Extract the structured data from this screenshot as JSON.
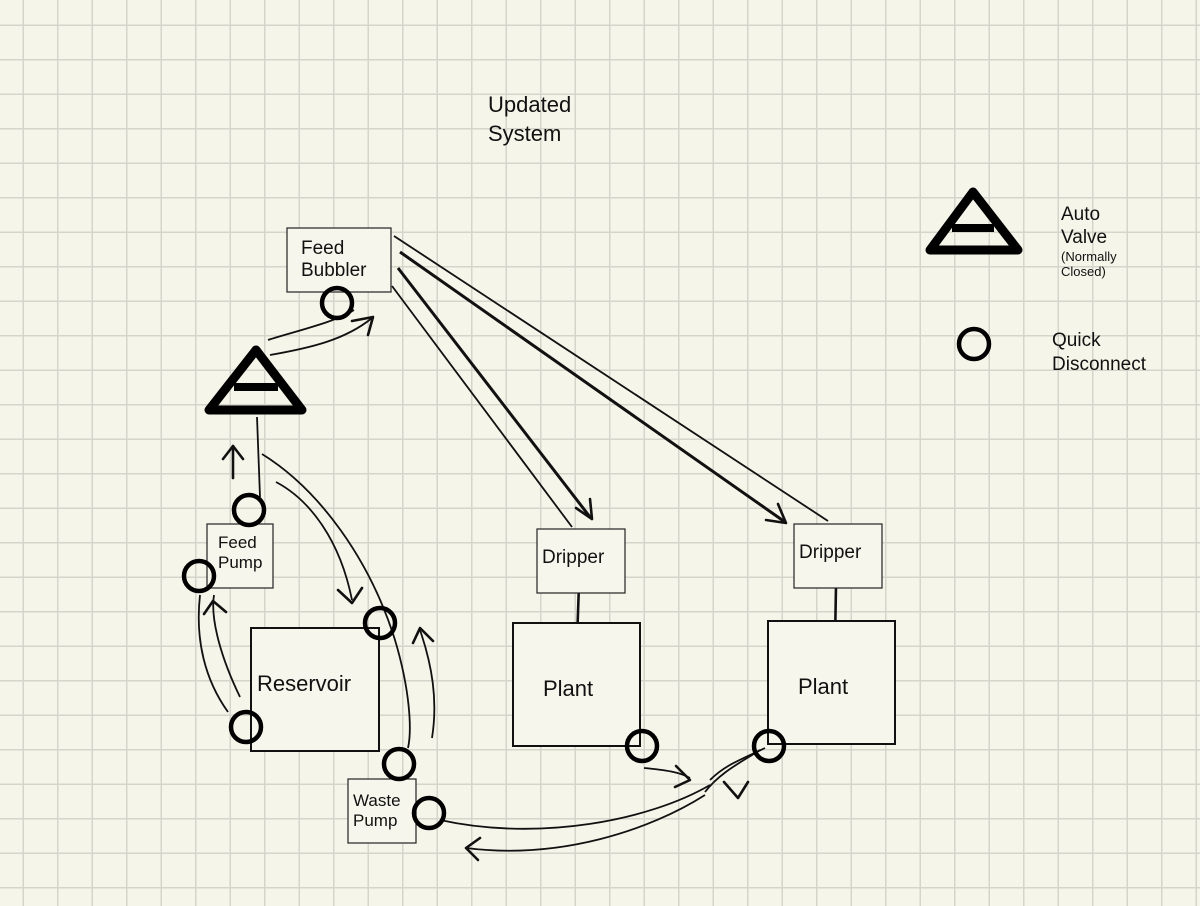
{
  "title_line1": "Updated",
  "title_line2": "System",
  "nodes": {
    "feed_bubbler": [
      "Feed",
      "Bubbler"
    ],
    "feed_pump": [
      "Feed",
      "Pump"
    ],
    "reservoir": "Reservoir",
    "waste_pump": [
      "Waste",
      "Pump"
    ],
    "dripper_1": "Dripper",
    "dripper_2": "Dripper",
    "plant_1": "Plant",
    "plant_2": "Plant"
  },
  "legend": {
    "auto_valve_line1": "Auto",
    "auto_valve_line2": "Valve",
    "auto_valve_note1": "(Normally",
    "auto_valve_note2": "Closed)",
    "quick_disconnect_line1": "Quick",
    "quick_disconnect_line2": "Disconnect",
    "auto_valve_icon": "triangle-valve-icon",
    "quick_disconnect_icon": "circle-icon"
  }
}
